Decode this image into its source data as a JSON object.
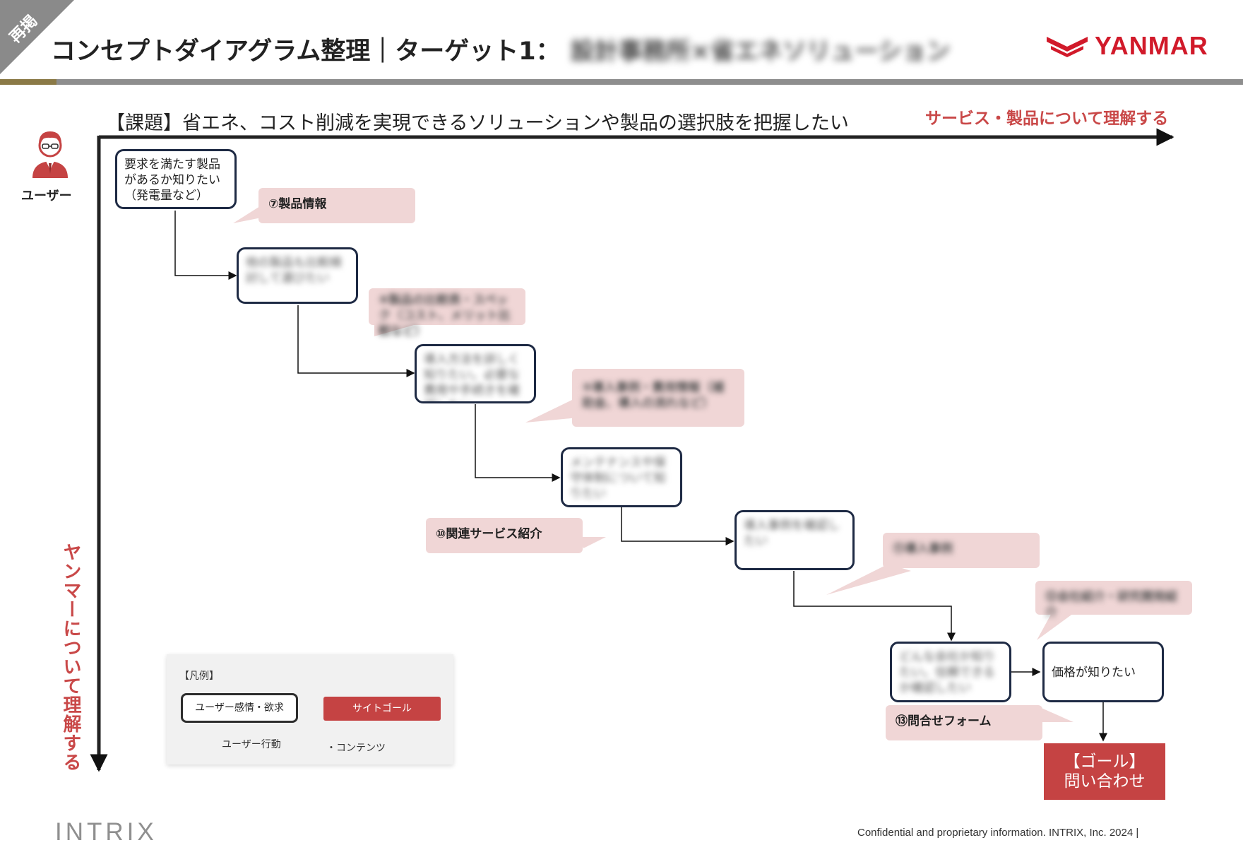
{
  "header": {
    "badge": "再掲",
    "title": "コンセプトダイアグラム整理｜ターゲット1：",
    "title_blurred": "設計事務所×省エネソリューション",
    "logo_text": "YANMAR",
    "brand_color": "#d11a2a"
  },
  "axes": {
    "issue": "【課題】省エネ、コスト削減を実現できるソリューションや製品の選択肢を把握したい",
    "x_label": "サービス・製品について理解する",
    "y_label": "ヤンマーについて理解する"
  },
  "user": {
    "label": "ユーザー",
    "icon": "user-avatar-icon"
  },
  "steps": [
    {
      "text": "要求を満たす製品があるか知りたい（発電量など）"
    },
    {
      "text": "他の製品も比較検討して選びたい"
    },
    {
      "text": "導入方法を詳しく知りたい。必要な費用や手続きを確認したい"
    },
    {
      "text": "メンテナンスや保守体制について知りたい"
    },
    {
      "text": "導入事例を確認したい"
    },
    {
      "text": "どんな会社か知りたい。信頼できるか確認したい"
    },
    {
      "text": "価格が知りたい"
    }
  ],
  "bubbles": [
    {
      "text": "⑦製品情報"
    },
    {
      "text": "⑧製品の比較表・スペック（コスト、メリット比較など）"
    },
    {
      "text": "⑨導入事例・費用情報（補助金、導入の流れなど）"
    },
    {
      "text": "⑩関連サービス紹介"
    },
    {
      "text": "⑪導入事例"
    },
    {
      "text": "⑫会社紹介・研究開発紹介"
    },
    {
      "text": "⑬問合せフォーム"
    }
  ],
  "goal": {
    "line1": "【ゴール】",
    "line2": "問い合わせ",
    "color": "#c54343"
  },
  "legend": {
    "title": "【凡例】",
    "user_box": "ユーザー感情・欲求",
    "site_goal": "サイトゴール",
    "arrow_label": "ユーザー行動",
    "content_label": "・コンテンツ"
  },
  "footer": {
    "logo": "INTRIX",
    "copyright": "Confidential and proprietary information. INTRIX, Inc. 2024 |"
  }
}
